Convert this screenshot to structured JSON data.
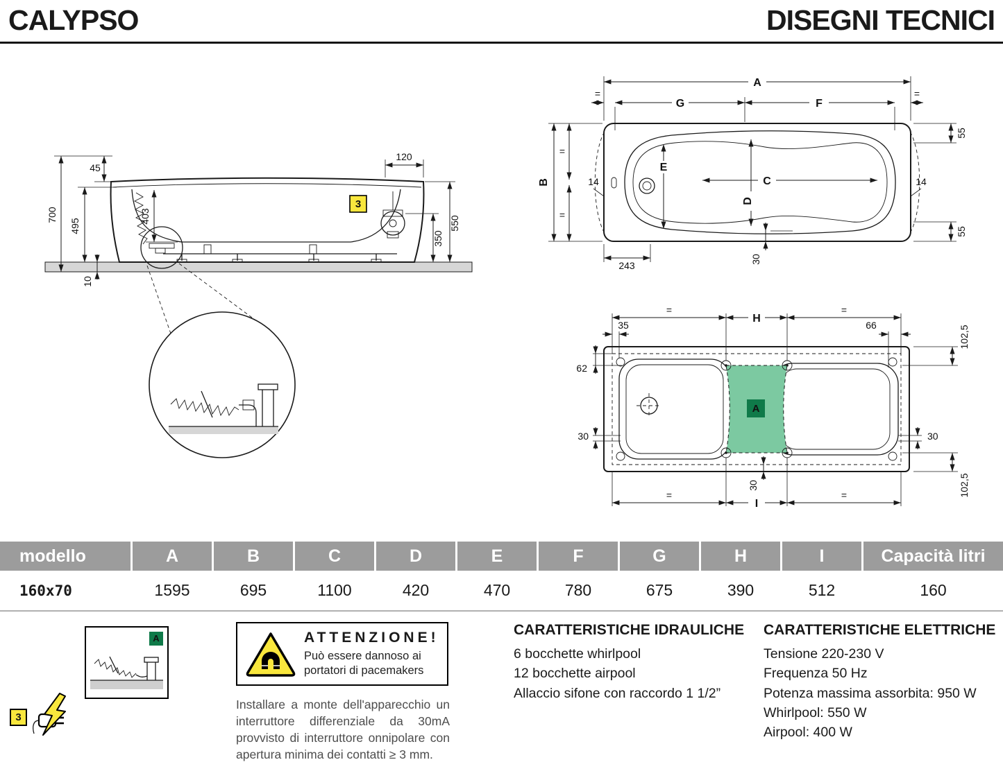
{
  "header": {
    "title": "CALYPSO",
    "subtitle": "DISEGNI TECNICI"
  },
  "side_view": {
    "dim_700": "700",
    "dim_45": "45",
    "dim_495": "495",
    "dim_403": "403",
    "dim_10": "10",
    "dim_120": "120",
    "dim_550": "550",
    "dim_350": "350",
    "badge_3": "3"
  },
  "top_view": {
    "dim_A": "A",
    "dim_G": "G",
    "dim_F": "F",
    "dim_B": "B",
    "label_C": "C",
    "label_D": "D",
    "label_E": "E",
    "dim_14_left": "14",
    "dim_14_right": "14",
    "dim_55_top": "55",
    "dim_55_bottom": "55",
    "dim_243": "243",
    "dim_30_bottom": "30",
    "eq": "="
  },
  "bottom_view": {
    "dim_H": "H",
    "dim_I": "I",
    "dim_35": "35",
    "dim_66": "66",
    "dim_62": "62",
    "dim_102_5_top": "102,5",
    "dim_102_5_bottom": "102,5",
    "dim_30_left": "30",
    "dim_30_right": "30",
    "dim_30_bottom": "30",
    "eq": "=",
    "badge_A": "A"
  },
  "table": {
    "headers": [
      "modello",
      "A",
      "B",
      "C",
      "D",
      "E",
      "F",
      "G",
      "H",
      "I",
      "Capacità litri"
    ],
    "row": [
      "160x70",
      "1595",
      "695",
      "1100",
      "420",
      "470",
      "780",
      "675",
      "390",
      "512",
      "160"
    ]
  },
  "legend": {
    "badge_3": "3",
    "badge_A": "A"
  },
  "attention": {
    "title": "ATTENZIONE!",
    "line1": "Può essere dannoso ai",
    "line2": "portatori di pacemakers",
    "note": "Installare a monte dell'apparecchio un interruttore differenziale da 30mA provvisto di interruttore onnipolare con apertura minima dei contatti ≥ 3 mm."
  },
  "hydraulic": {
    "title": "CARATTERISTICHE IDRAULICHE",
    "items": [
      "6 bocchette whirlpool",
      "12 bocchette airpool",
      "Allaccio sifone con raccordo 1 1/2”"
    ]
  },
  "electric": {
    "title": "CARATTERISTICHE ELETTRICHE",
    "items": [
      "Tensione 220-230 V",
      "Frequenza 50 Hz",
      "Potenza massima assorbita: 950 W",
      "Whirlpool: 550 W",
      "Airpool: 400 W"
    ]
  },
  "colors": {
    "green_light": "#7cc9a1",
    "green_dark": "#0f7a49",
    "yellow": "#f9e73d",
    "header_gray": "#9c9c9c"
  }
}
